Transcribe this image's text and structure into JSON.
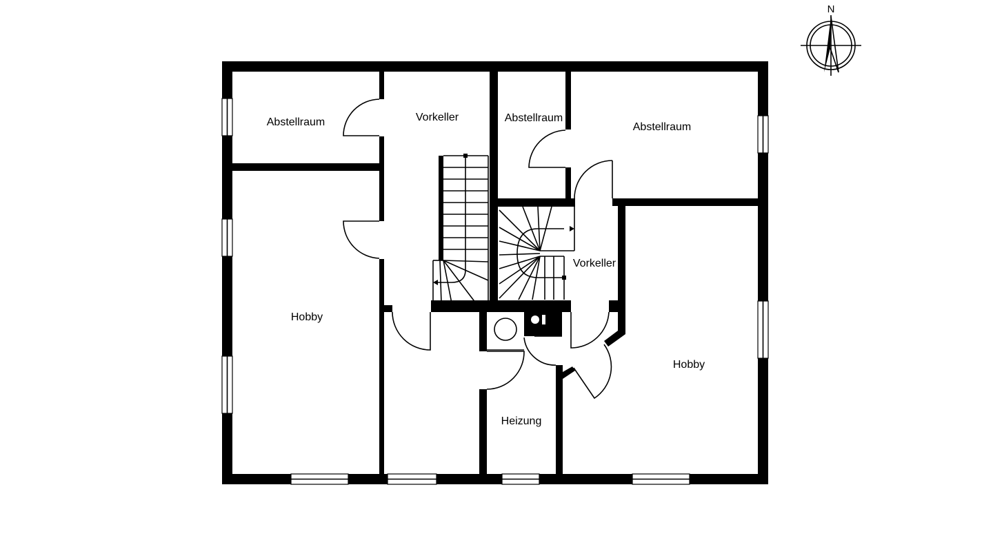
{
  "compass": {
    "label": "N"
  },
  "rooms": [
    {
      "id": "abstellraum-1",
      "label": "Abstellraum"
    },
    {
      "id": "vorkeller-1",
      "label": "Vorkeller"
    },
    {
      "id": "abstellraum-2",
      "label": "Abstellraum"
    },
    {
      "id": "abstellraum-3",
      "label": "Abstellraum"
    },
    {
      "id": "hobby-1",
      "label": "Hobby"
    },
    {
      "id": "vorkeller-2",
      "label": "Vorkeller"
    },
    {
      "id": "hobby-2",
      "label": "Hobby"
    },
    {
      "id": "heizung",
      "label": "Heizung"
    }
  ],
  "colors": {
    "wall": "#000000",
    "background": "#ffffff"
  }
}
